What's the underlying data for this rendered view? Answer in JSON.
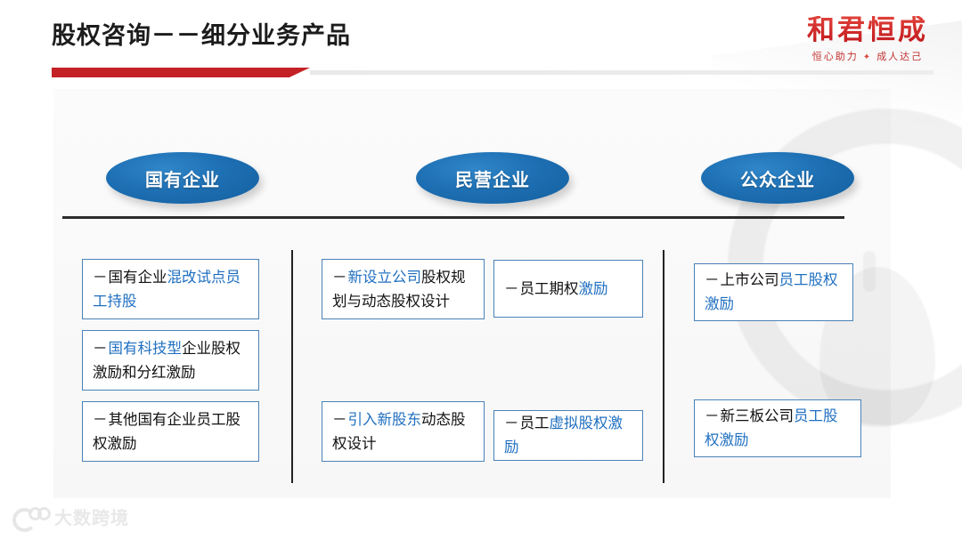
{
  "slide": {
    "title": "股权咨询－－细分业务产品",
    "accent_red": "#c42127",
    "accent_blue": "#1d6eb2",
    "highlight_blue": "#1f6fc0"
  },
  "logo": {
    "name": "和君恒成",
    "tagline_left": "恒心助力",
    "tagline_sep": "✦",
    "tagline_right": "成人达己"
  },
  "columns": [
    {
      "header": "国有企业",
      "items": [
        {
          "dash": "－",
          "plain1": "国有企业",
          "blue1": "混改试点员",
          "plain2": "",
          "blue2": "工持股"
        },
        {
          "dash": "－",
          "plain1": "",
          "blue1": "国有科技型",
          "plain2": "企业股权激励和分红激励",
          "blue2": ""
        },
        {
          "dash": "－",
          "plain1": "其他国有企业员工股权激励",
          "blue1": "",
          "plain2": "",
          "blue2": ""
        }
      ]
    },
    {
      "header": "民营企业",
      "items": [
        {
          "dash": "－",
          "plain1": "",
          "blue1": "新设立公司",
          "plain2": "股权规划与动态股权设计",
          "blue2": ""
        },
        {
          "dash": "－",
          "plain1": "员工期权",
          "blue1": "激励",
          "plain2": "",
          "blue2": ""
        },
        {
          "dash": "－",
          "plain1": "",
          "blue1": "引入新股东",
          "plain2": "动态股权设计",
          "blue2": ""
        },
        {
          "dash": "－",
          "plain1": "员工",
          "blue1": "虚拟股权激励",
          "plain2": "",
          "blue2": ""
        }
      ]
    },
    {
      "header": "公众企业",
      "items": [
        {
          "dash": "－",
          "plain1": "上市公司",
          "blue1": "员工股权激励",
          "plain2": "",
          "blue2": ""
        },
        {
          "dash": "－",
          "plain1": "新三板公司",
          "blue1": "员工股权激励",
          "plain2": "",
          "blue2": ""
        }
      ]
    }
  ],
  "watermark": {
    "text": "大数跨境"
  }
}
